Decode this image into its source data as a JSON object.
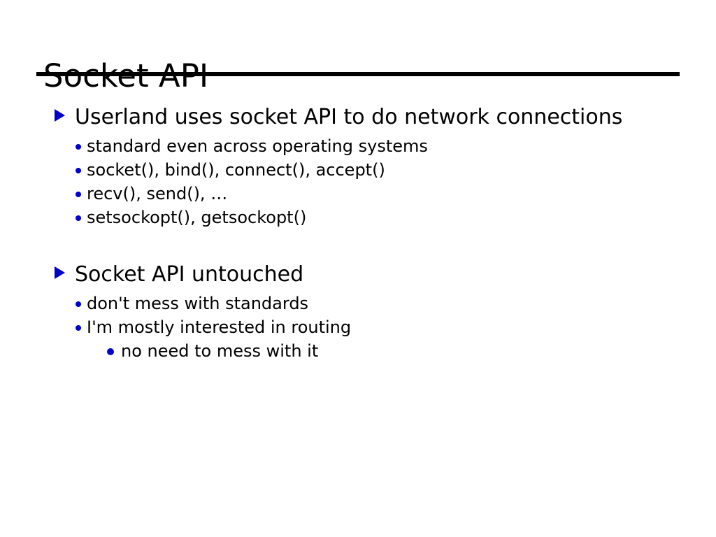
{
  "slide": {
    "title": "Socket API",
    "accent_color": "#0000cc",
    "text_color": "#000000",
    "background_color": "#ffffff",
    "rule_color": "#000000",
    "bullets": {
      "level1_glyph": "triangle-right",
      "level2_glyph": "disc",
      "level3_glyph": "disc"
    },
    "outline": [
      {
        "level": 1,
        "text": "Userland uses socket API to do network connections"
      },
      {
        "level": 2,
        "text": "standard even across operating systems"
      },
      {
        "level": 2,
        "text": "socket(), bind(), connect(), accept()"
      },
      {
        "level": 2,
        "text": "recv(), send(), …"
      },
      {
        "level": 2,
        "text": "setsockopt(), getsockopt()"
      },
      {
        "level": 1,
        "text": "Socket API untouched"
      },
      {
        "level": 2,
        "text": "don't mess with standards"
      },
      {
        "level": 2,
        "text": "I'm mostly interested in routing"
      },
      {
        "level": 3,
        "text": "no need to mess with it"
      }
    ]
  }
}
